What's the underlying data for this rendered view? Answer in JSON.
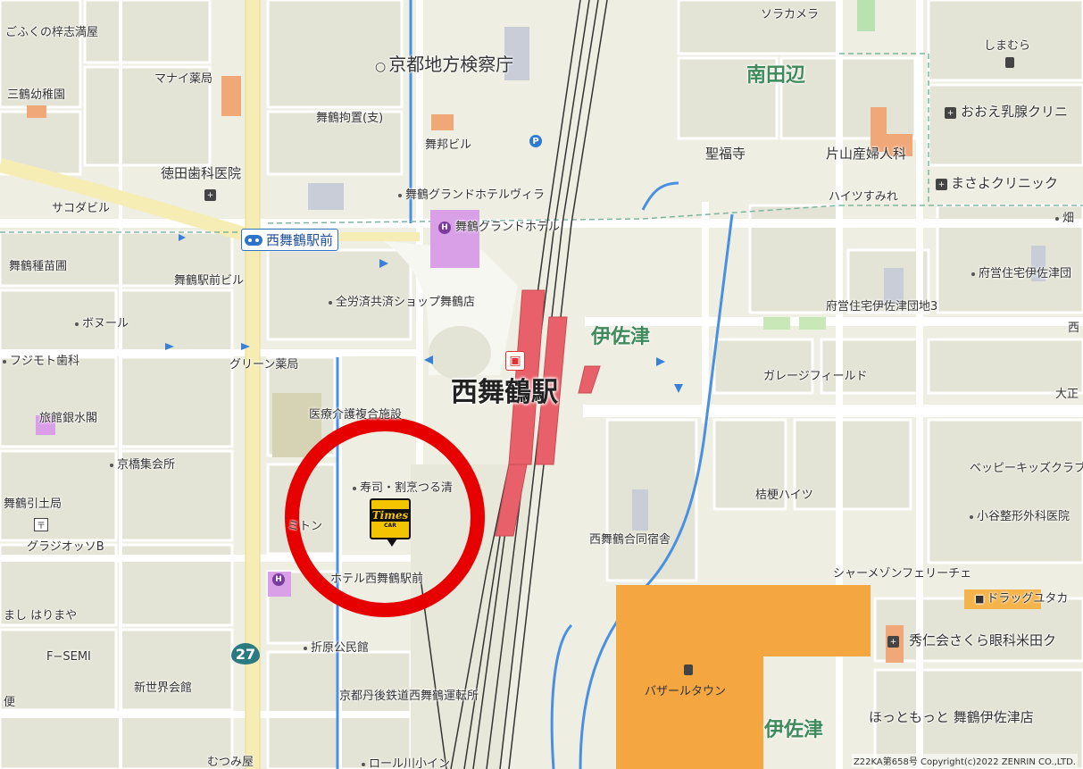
{
  "map": {
    "station": {
      "name": "西舞鶴駅"
    },
    "bus_stop": {
      "name": "西舞鶴駅前"
    },
    "route_number": "27",
    "times_marker": {
      "brand": "Times",
      "sub": "CAR"
    },
    "highlight_color": "#e60000",
    "areas": [
      "南田辺",
      "伊佐津",
      "伊佐津"
    ],
    "labels": {
      "gofuku": "ごふくの梓志満屋",
      "manai": "マナイ薬局",
      "sankaku": "三鶴幼稚園",
      "kensatsu": "京都地方検察庁",
      "kouchisho": "舞鶴拘置(支)",
      "maihou": "舞邦ビル",
      "tokuda": "徳田歯科医院",
      "sakoda": "サコダビル",
      "grand_villa": "舞鶴グランドホテルヴィラ",
      "grand": "舞鶴グランドホテル",
      "shubyo": "舞鶴種苗圃",
      "ekimae_bldg": "舞鶴駅前ビル",
      "zenrosai": "全労済共済ショップ舞鶴店",
      "bonnoir": "ボヌール",
      "fujimoto": "フジモト歯科",
      "green": "グリーン薬局",
      "ryokan": "旅館銀水閣",
      "iryo": "医療介護複合施設",
      "kyobashi": "京橋集会所",
      "sushi": "寿司・割烹つる清",
      "hikiage": "舞鶴引土局",
      "miton": "ミトン",
      "grazi": "グラジオッソB",
      "hotel_ekimae": "ホテル西舞鶴駅前",
      "shihari": "まし はりまや",
      "fsemi": "F−SEMI",
      "orihara": "折原公民館",
      "shinsekai": "新世界会館",
      "tango": "京都丹後鉄道西舞鶴運転所",
      "bin": "便",
      "soracamera": "ソラカメラ",
      "shimamura": "しまむら",
      "shofukuji": "聖福寺",
      "katayama": "片山産婦人科",
      "ooe": "おおえ乳腺クリニ",
      "masayo": "まさよクリニック",
      "heights_sumire": "ハイツすみれ",
      "hata": "畑",
      "fuei": "府営住宅伊佐津団",
      "fuei3": "府営住宅伊佐津団地3",
      "nishi": "西",
      "garage": "ガレージフィールド",
      "ooe2": "大正",
      "beppy": "ベッピーキッズクラブ",
      "kikyo": "桔梗ハイツ",
      "otani": "小谷整形外科医院",
      "godo": "西舞鶴合同宿舎",
      "charme": "シャーメゾンフェリーチェ",
      "drug": "ドラッグユタカ",
      "bazaar": "バザールタウン",
      "shujinkai": "秀仁会さくら眼科米田ク",
      "hottomotto": "ほっともっと 舞鶴伊佐津店",
      "mutsumi": "むつみ屋",
      "ro": "ロール川小イン"
    },
    "copyright": "Z22KA第658号 Copyright(c)2022 ZENRIN CO.,LTD."
  }
}
